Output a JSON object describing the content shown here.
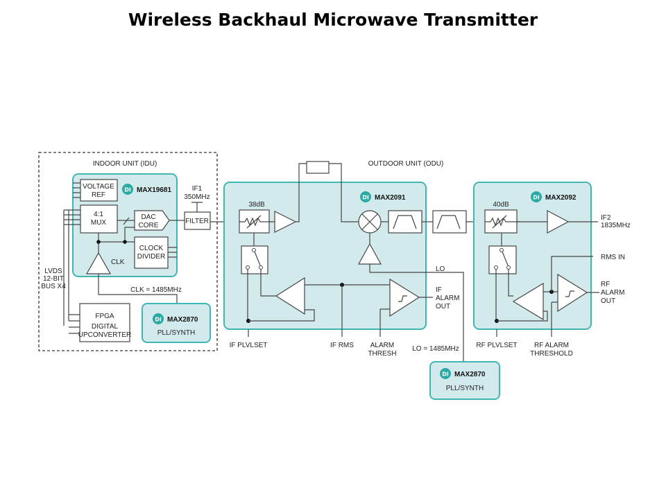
{
  "title": "Wireless Backhaul Microwave Transmitter",
  "colors": {
    "chip_fill": "#d3eaec",
    "chip_border": "#3fb6b2",
    "logo": "#2aaaa5"
  },
  "idu": {
    "label": "INDOOR UNIT (IDU)",
    "chip": "MAX19681",
    "voltage_ref": [
      "VOLTAGE",
      "REF"
    ],
    "mux": [
      "4:1",
      "MUX"
    ],
    "dac": [
      "DAC",
      "CORE"
    ],
    "clock_divider": [
      "CLOCK",
      "DIVIDER"
    ],
    "clk": "CLK",
    "lvds": [
      "LVDS",
      "12-BIT",
      "BUS X4"
    ],
    "fpga": [
      "FPGA",
      "DIGITAL",
      "UPCONVERTER"
    ],
    "clk_freq": "CLK = 1485MHz",
    "pll_chip": "MAX2870",
    "pll_label": "PLL/SYNTH"
  },
  "filter": {
    "label": "FILTER",
    "if1": [
      "IF1",
      "350MHz"
    ]
  },
  "odu": {
    "label": "OUTDOOR UNIT (ODU)",
    "chip1": "MAX2091",
    "atten1": "38dB",
    "lo": "LO",
    "if_alarm_out": [
      "IF",
      "ALARM",
      "OUT"
    ],
    "if_plvlset": "IF PLVLSET",
    "if_rms": "IF RMS",
    "alarm_thresh": [
      "ALARM",
      "THRESH"
    ],
    "lo_freq": "LO = 1485MHz",
    "pll_chip": "MAX2870",
    "pll_label": "PLL/SYNTH",
    "chip2": "MAX2092",
    "atten2": "40dB",
    "if2": [
      "IF2",
      "1835MHz"
    ],
    "rms_in": "RMS IN",
    "rf_alarm_out": [
      "RF",
      "ALARM",
      "OUT"
    ],
    "rf_plvlset": "RF PLVLSET",
    "rf_alarm_threshold": [
      "RF ALARM",
      "THRESHOLD"
    ]
  }
}
